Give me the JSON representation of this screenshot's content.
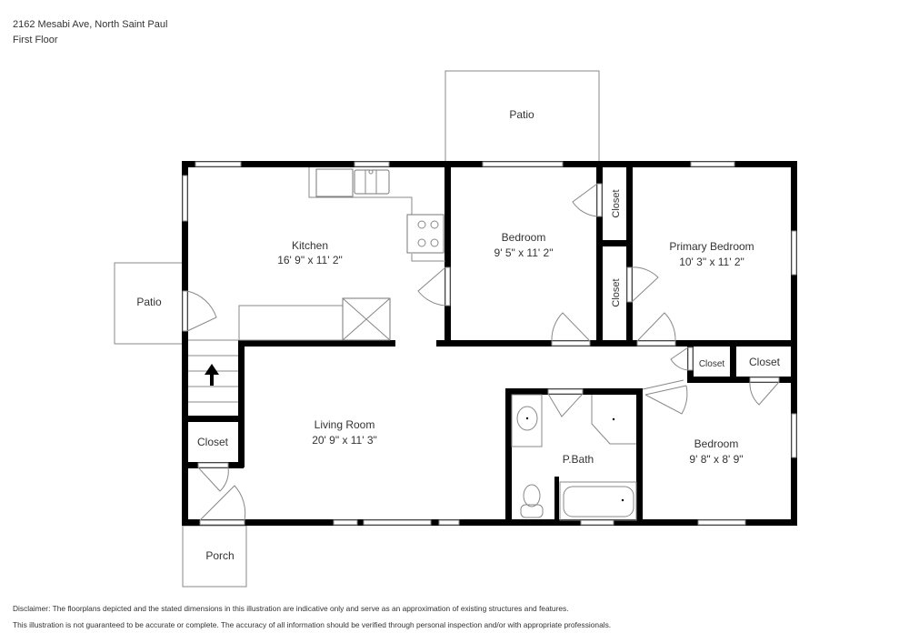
{
  "header": {
    "address": "2162 Mesabi Ave, North Saint Paul",
    "floor": "First Floor"
  },
  "rooms": {
    "patio_top": {
      "name": "Patio"
    },
    "patio_left": {
      "name": "Patio"
    },
    "porch": {
      "name": "Porch"
    },
    "kitchen": {
      "name": "Kitchen",
      "dims": "16' 9\" x 11' 2\""
    },
    "bedroom_1": {
      "name": "Bedroom",
      "dims": "9' 5\" x 11' 2\""
    },
    "closet_top": {
      "name": "Closet"
    },
    "closet_mid": {
      "name": "Closet"
    },
    "primary_bedroom": {
      "name": "Primary Bedroom",
      "dims": "10' 3\" x 11' 2\""
    },
    "living_room": {
      "name": "Living Room",
      "dims": "20' 9\" x 11' 3\""
    },
    "closet_entry": {
      "name": "Closet"
    },
    "closet_hall_1": {
      "name": "Closet"
    },
    "closet_hall_2": {
      "name": "Closet"
    },
    "bath": {
      "name": "P.Bath"
    },
    "bedroom_2": {
      "name": "Bedroom",
      "dims": "9' 8\" x 8' 9\""
    }
  },
  "icons": {
    "stairs_arrow": "arrow-up-icon"
  },
  "disclaimer": {
    "line1": "Disclaimer: The floorplans depicted and the stated dimensions in this illustration are indicative only and serve as an approximation of existing structures and features.",
    "line2": "This illustration is not guaranteed to be accurate or complete. The accuracy of all information should be verified through personal inspection and/or with appropriate professionals."
  }
}
